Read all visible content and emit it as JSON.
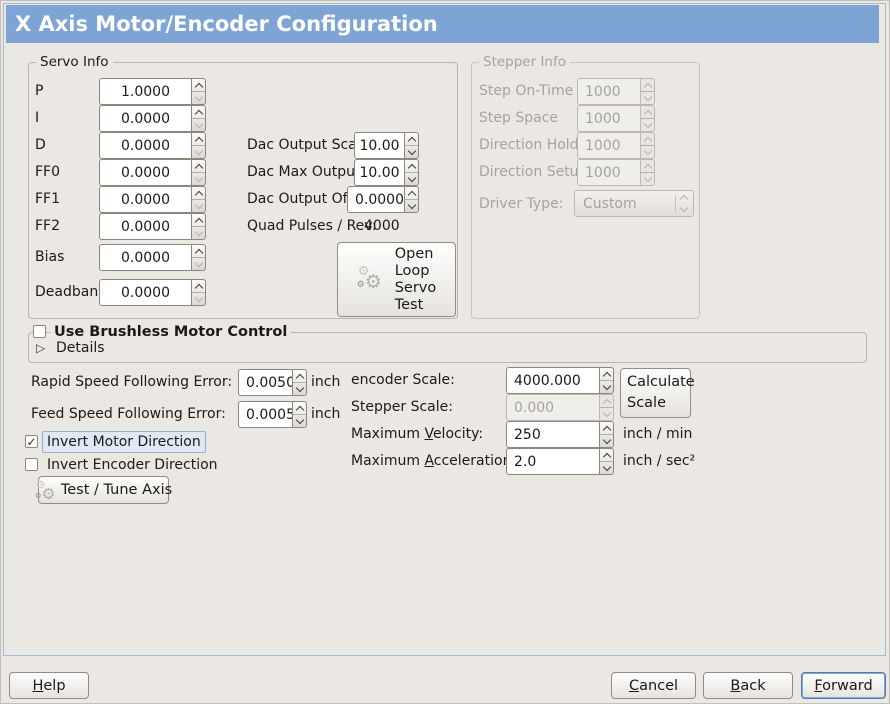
{
  "window": {
    "title": "X Axis Motor/Encoder Configuration"
  },
  "colors": {
    "titlebar": "#7da4d5",
    "titlebar_text": "#ffffff",
    "window_bg": "#ebe8e3",
    "focus_ring": "#4f7bae",
    "highlight_bg": "#dfe8f3"
  },
  "icons": {
    "gears": "⚙",
    "expander_collapsed": "▷",
    "checkmark": "✓"
  },
  "servo_info": {
    "title": "Servo Info",
    "params": [
      {
        "label": "P",
        "value": "1.0000"
      },
      {
        "label": "I",
        "value": "0.0000"
      },
      {
        "label": "D",
        "value": "0.0000"
      },
      {
        "label": "FF0",
        "value": "0.0000"
      },
      {
        "label": "FF1",
        "value": "0.0000"
      },
      {
        "label": "FF2",
        "value": "0.0000"
      },
      {
        "label": "Bias",
        "value": "0.0000"
      },
      {
        "label": "Deadband",
        "value": "0.0000"
      }
    ],
    "dac_rows": [
      {
        "label": "Dac Output Scale:",
        "value": "10.00"
      },
      {
        "label": "Dac Max Output:",
        "value": "10.00"
      },
      {
        "label": "Dac Output Offset:",
        "value": "0.0000"
      }
    ],
    "quad_pulses": {
      "label": "Quad Pulses / Rev:",
      "value": "4000"
    },
    "open_loop_button_lines": [
      "Open",
      "Loop",
      "Servo",
      "Test"
    ]
  },
  "stepper_info": {
    "title": "Stepper Info",
    "params": [
      {
        "label": "Step On-Time",
        "value": "1000"
      },
      {
        "label": "Step Space",
        "value": "1000"
      },
      {
        "label": "Direction Hold",
        "value": "1000"
      },
      {
        "label": "Direction Setup",
        "value": "1000"
      }
    ],
    "driver_type": {
      "label": "Driver Type:",
      "value": "Custom"
    }
  },
  "brushless": {
    "label": "Use Brushless Motor Control",
    "checked": false,
    "details": "Details"
  },
  "following_error": {
    "rapid": {
      "label": "Rapid Speed Following Error:",
      "value": "0.0050",
      "unit": "inch"
    },
    "feed": {
      "label": "Feed Speed Following Error:",
      "value": "0.0005",
      "unit": "inch"
    }
  },
  "direction": {
    "invert_motor": {
      "label": "Invert Motor Direction",
      "checked": true
    },
    "invert_encoder": {
      "label": "Invert Encoder Direction",
      "checked": false
    },
    "test_tune_button": "Test / Tune Axis"
  },
  "scale": {
    "encoder": {
      "label": "encoder Scale:",
      "value": "4000.000"
    },
    "stepper": {
      "label": "Stepper Scale:",
      "value": "0.000"
    },
    "calculate_button": "Calculate Scale",
    "max_velocity": {
      "label_pre": "Maximum ",
      "label_mn": "V",
      "label_rest": "elocity:",
      "value": "250",
      "unit": "inch / min"
    },
    "max_accel": {
      "label_pre": "Maximum ",
      "label_mn": "A",
      "label_rest": "cceleration:",
      "value": "2.0",
      "unit": "inch / sec²"
    }
  },
  "footer": {
    "help": {
      "mn": "H",
      "rest": "elp"
    },
    "cancel": {
      "mn": "C",
      "rest": "ancel"
    },
    "back": {
      "mn": "B",
      "rest": "ack"
    },
    "forward": {
      "mn": "F",
      "rest": "orward"
    }
  }
}
